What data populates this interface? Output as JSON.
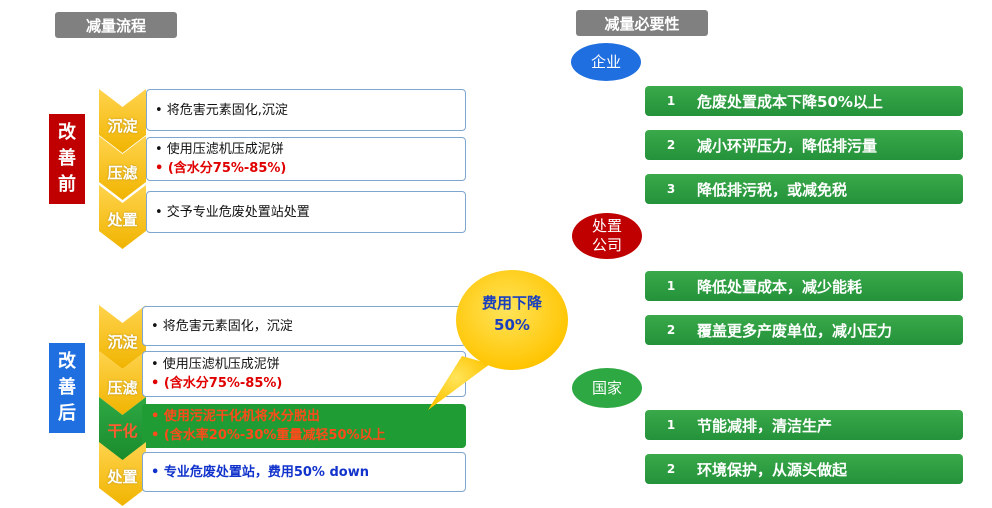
{
  "left_title": "减量流程",
  "right_title": "减量必要性",
  "before": {
    "label": [
      "改",
      "善",
      "前"
    ],
    "steps": [
      {
        "tag": "沉淀",
        "lines": [
          "• 将危害元素固化,沉淀"
        ]
      },
      {
        "tag": "压滤",
        "lines": [
          "• 使用压滤机压成泥饼"
        ],
        "red": "• (含水分75%-85%)"
      },
      {
        "tag": "处置",
        "lines": [
          "• 交予专业危废处置站处置"
        ]
      }
    ]
  },
  "after": {
    "label": [
      "改",
      "善",
      "后"
    ],
    "steps": [
      {
        "tag": "沉淀",
        "lines": [
          "• 将危害元素固化，沉淀"
        ]
      },
      {
        "tag": "压滤",
        "lines": [
          "• 使用压滤机压成泥饼"
        ],
        "red": "• (含水分75%-85%)"
      },
      {
        "tag": "干化",
        "lines": [
          "• 使用污泥干化机将水分脱出",
          "• (含水率20%-30%重量减轻50%以上"
        ]
      },
      {
        "tag": "处置",
        "blue": "• 专业危废处置站，费用50% down"
      }
    ]
  },
  "callout": "费用下降50%",
  "groups": [
    {
      "label": "企业",
      "items": [
        {
          "num": "1",
          "text": "危废处置成本下降50%以上"
        },
        {
          "num": "2",
          "text": "减小环评压力，降低排污量"
        },
        {
          "num": "3",
          "text": "降低排污税，或减免税"
        }
      ]
    },
    {
      "label": "处置公司",
      "items": [
        {
          "num": "1",
          "text": "降低处置成本，减少能耗"
        },
        {
          "num": "2",
          "text": "覆盖更多产废单位，减小压力"
        }
      ]
    },
    {
      "label": "国家",
      "items": [
        {
          "num": "1",
          "text": "节能减排，清洁生产"
        },
        {
          "num": "2",
          "text": "环境保护，从源头做起"
        }
      ]
    }
  ],
  "colors": {
    "title_bg": "#808080",
    "before_tag": "#c00000",
    "after_tag": "#1f6fe0",
    "chevron": "#f5be16",
    "dry_step": "#1f9c33",
    "callout": "#ffcc00",
    "oval_company": "#1f6fe0",
    "oval_disposal": "#c00000",
    "oval_country": "#2ea843",
    "reason_bar": "#2e9e41"
  }
}
